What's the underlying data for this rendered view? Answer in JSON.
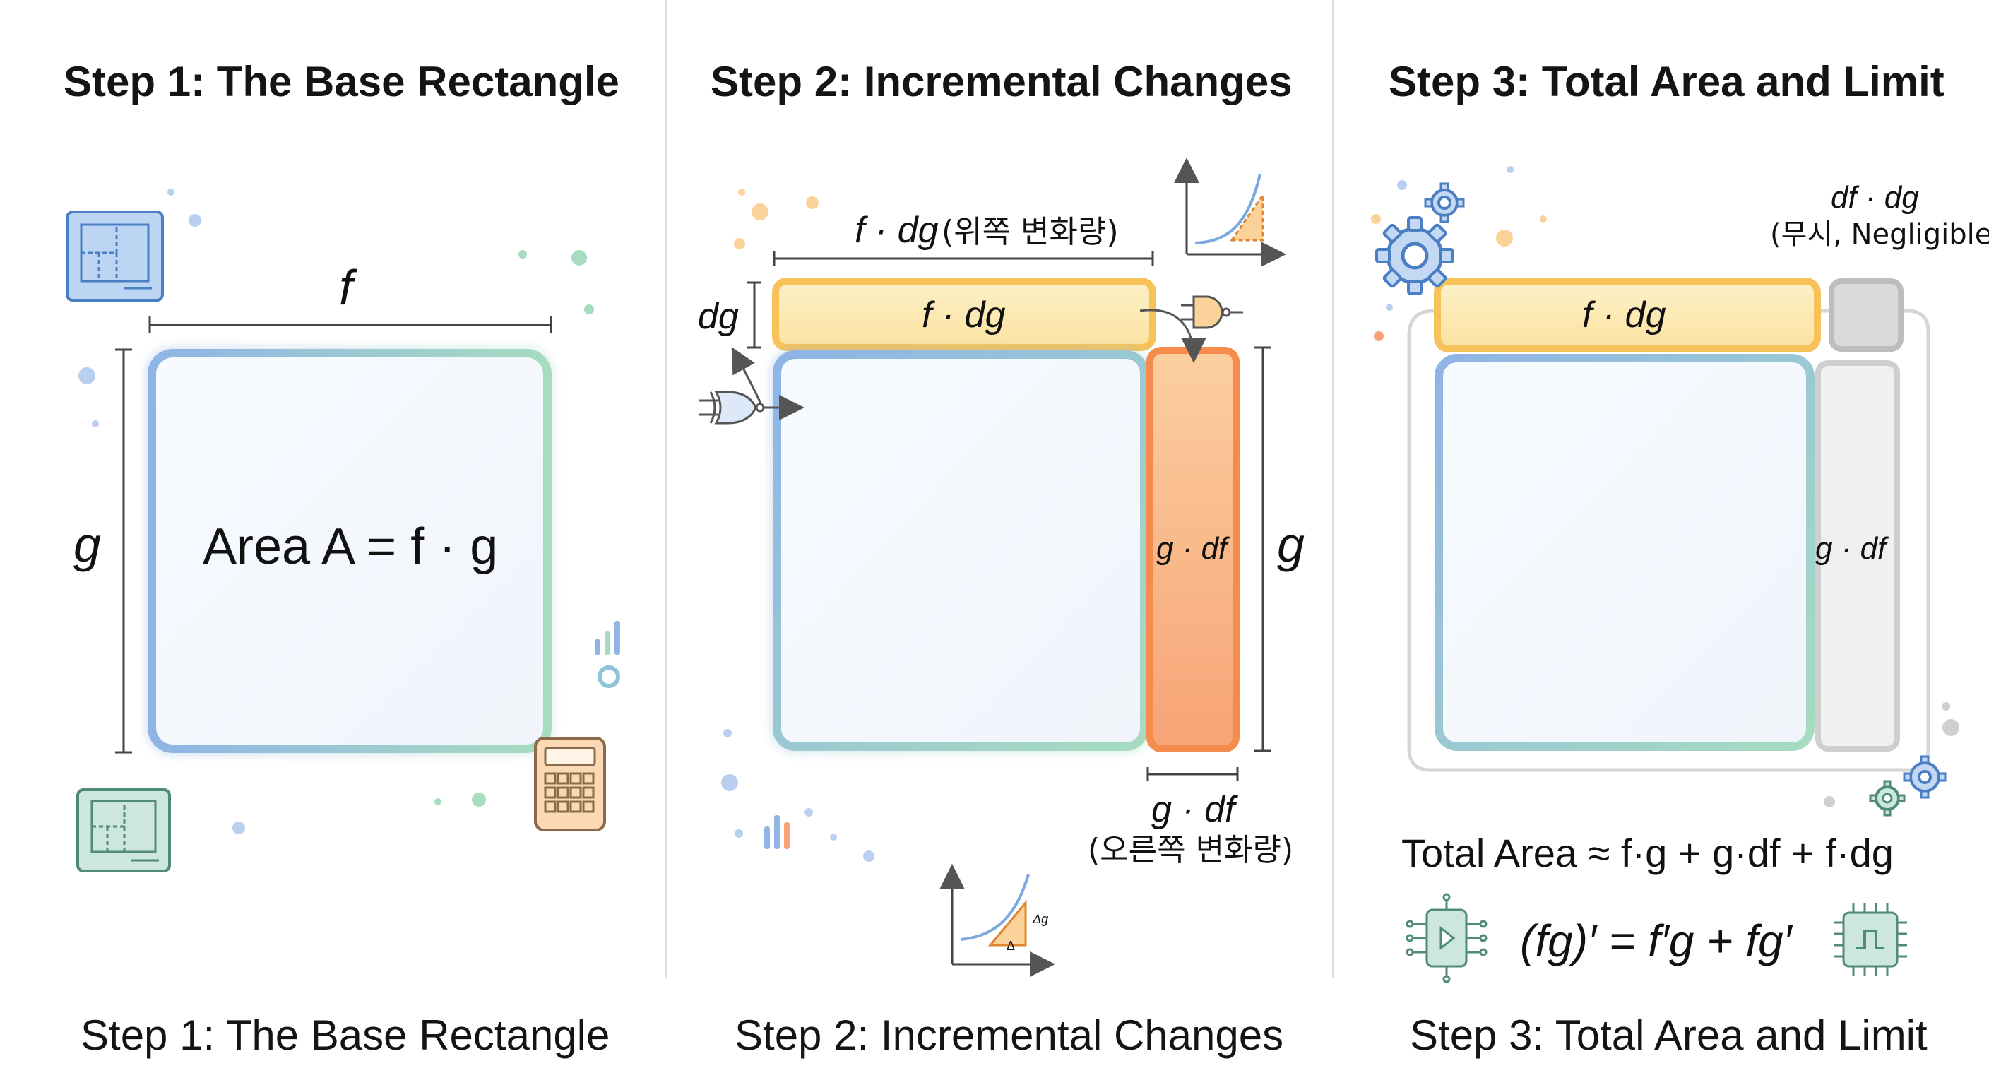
{
  "panels": [
    {
      "title": "Step 1: The Base Rectangle",
      "caption": "Step 1: The Base Rectangle",
      "top_label": "f",
      "side_label": "g",
      "area_label": "Area A = f · g"
    },
    {
      "title": "Step 2: Incremental Changes",
      "caption": "Step 2: Incremental Changes",
      "top_strip_label": "f · dg",
      "top_dim_label": "f · dg",
      "top_dim_note": "(위쪽 변화량)",
      "dg_label": "dg",
      "right_strip_label": "g · df",
      "right_dim_label": "g · df",
      "right_dim_note": "(오른쪽 변화량)",
      "side_label": "g",
      "inset_small_label_1": "Δg",
      "inset_small_label_2": "Δ"
    },
    {
      "title": "Step 3: Total Area and Limit",
      "caption": "Step 3: Total Area and Limit",
      "corner_label": "df · dg",
      "corner_note": "(무시, Negligible)",
      "top_strip_label": "f · dg",
      "right_strip_label": "g · df",
      "total_area": "Total Area ≈ f·g + g·df + f·dg",
      "product_rule": "(fg)′ = f′g + fg′"
    }
  ],
  "icons": [
    "blueprint-icon",
    "calculator-icon",
    "bar-chart-icon",
    "ring-icon",
    "curve-graph-icon",
    "logic-gate-icon",
    "gear-icon",
    "amplifier-chip-icon",
    "microchip-icon"
  ],
  "colors": {
    "blue": "#8fb4e6",
    "green": "#9fd3bf",
    "yellow": "#f7c25a",
    "orange": "#f58c4e",
    "gray": "#cfcfcf"
  }
}
